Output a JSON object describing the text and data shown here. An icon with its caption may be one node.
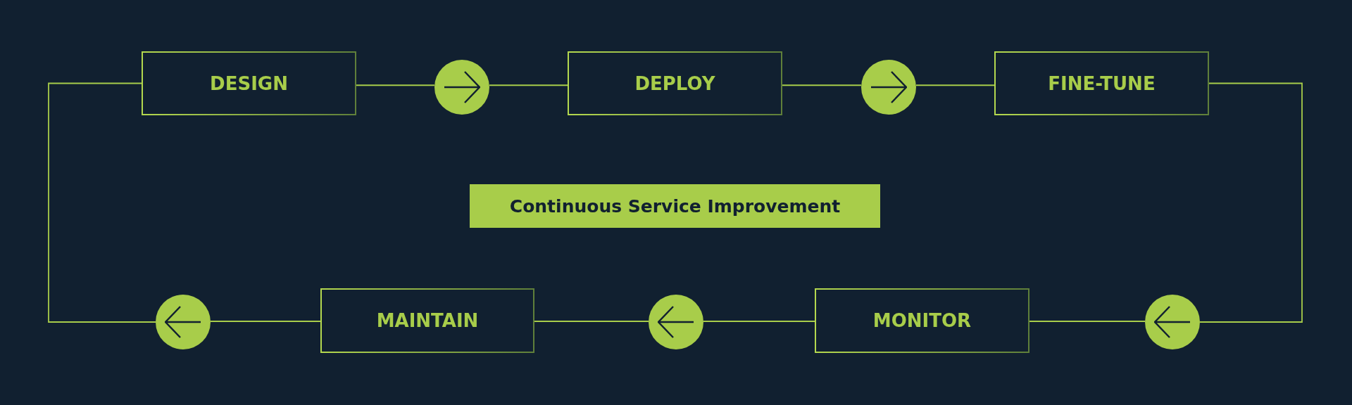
{
  "diagram": {
    "nodes": [
      {
        "text": [
          "DESIGN"
        ]
      },
      {
        "text": [],
        "shape": "circle"
      },
      {
        "text": [
          "DEPLOY"
        ]
      },
      {
        "text": [],
        "shape": "circle"
      },
      {
        "text": [
          "FINE-TUNE"
        ]
      },
      {
        "text": [
          "Continuous Service Improvement"
        ]
      },
      {
        "text": [],
        "shape": "circle"
      },
      {
        "text": [
          "MAINTAIN"
        ]
      },
      {
        "text": [],
        "shape": "circle"
      },
      {
        "text": [
          "MONITOR"
        ]
      },
      {
        "text": [],
        "shape": "circle"
      }
    ],
    "edges": [
      {
        "from": 0,
        "to": 1,
        "arrow": "none"
      },
      {
        "from": 1,
        "to": 2,
        "arrow": "none"
      },
      {
        "from": 2,
        "to": 3,
        "arrow": "none"
      },
      {
        "from": 3,
        "to": 4,
        "arrow": "none"
      },
      {
        "from": 4,
        "to": 10,
        "arrow": "none"
      },
      {
        "from": 10,
        "to": 9,
        "arrow": "none"
      },
      {
        "from": 9,
        "to": 8,
        "arrow": "none"
      },
      {
        "from": 8,
        "to": 7,
        "arrow": "none"
      },
      {
        "from": 7,
        "to": 6,
        "arrow": "none"
      },
      {
        "from": 6,
        "to": 0,
        "arrow": "none"
      }
    ]
  }
}
